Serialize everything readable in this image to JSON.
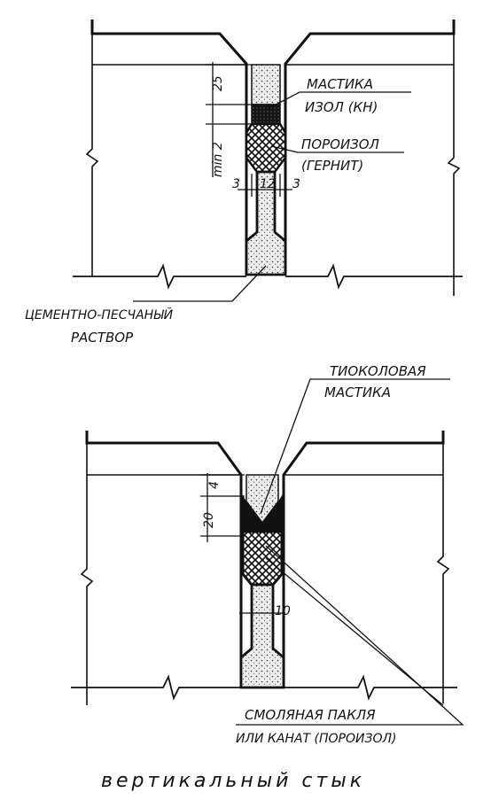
{
  "top_detail": {
    "labels": {
      "mastic": "МАСТИКА",
      "izol": "ИЗОЛ (КН)",
      "poroizol": "ПОРОИЗОЛ",
      "gernit": "(ГЕРНИТ)",
      "mortar_line1": "ЦЕМЕНТНО-ПЕСЧАНЫЙ",
      "mortar_line2": "РАСТВОР"
    },
    "dimensions": {
      "depth_top": "25",
      "depth_min": "min 2",
      "gap_left": "3",
      "gap_mid": "12",
      "gap_right": "3"
    }
  },
  "bottom_detail": {
    "labels": {
      "thiokol_line1": "ТИОКОЛОВАЯ",
      "thiokol_line2": "МАСТИКА",
      "tow_line1": "СМОЛЯНАЯ ПАКЛЯ",
      "tow_line2": "ИЛИ КАНАТ (ПОРОИЗОЛ)"
    },
    "dimensions": {
      "depth": "20",
      "small": "4",
      "gap": "10"
    }
  },
  "title": "вертикальный стык"
}
